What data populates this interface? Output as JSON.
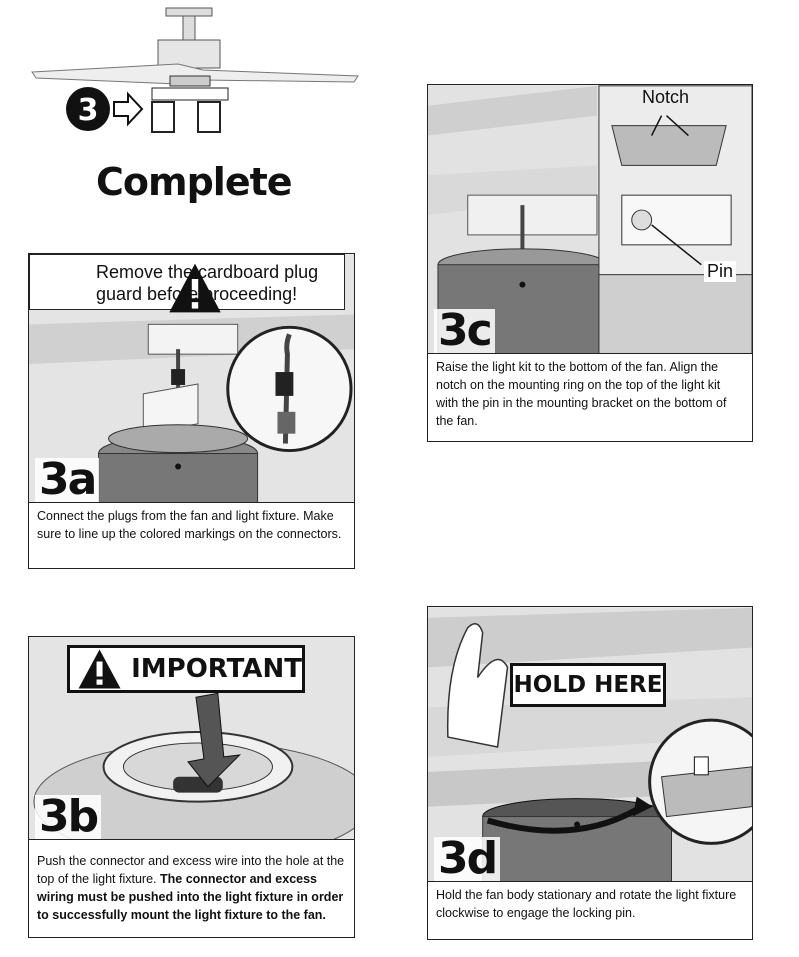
{
  "header": {
    "step_number": "3",
    "title": "Complete"
  },
  "step_3a": {
    "warning_text": "Remove the cardboard plug guard before proceeding!",
    "label": "3a",
    "caption": "Connect the plugs from the fan and light fixture. Make sure to line up the colored markings on the connectors."
  },
  "step_3b": {
    "important_text": "IMPORTANT",
    "label": "3b",
    "caption_plain": "Push the connector and excess wire into the hole at the top of the light fixture.",
    "caption_bold": "The connector and excess wiring must be pushed into the light fixture in order to successfully mount the light fixture to the fan."
  },
  "step_3c": {
    "notch_label": "Notch",
    "pin_label": "Pin",
    "label": "3c",
    "caption": "Raise the light kit to the bottom of the fan. Align the notch on the mounting ring on the top of the light kit with the pin in the mounting bracket on the bottom of the fan."
  },
  "step_3d": {
    "hold_text": "HOLD HERE",
    "label": "3d",
    "caption": "Hold the fan body stationary and rotate the light fixture clockwise to engage the locking pin."
  }
}
